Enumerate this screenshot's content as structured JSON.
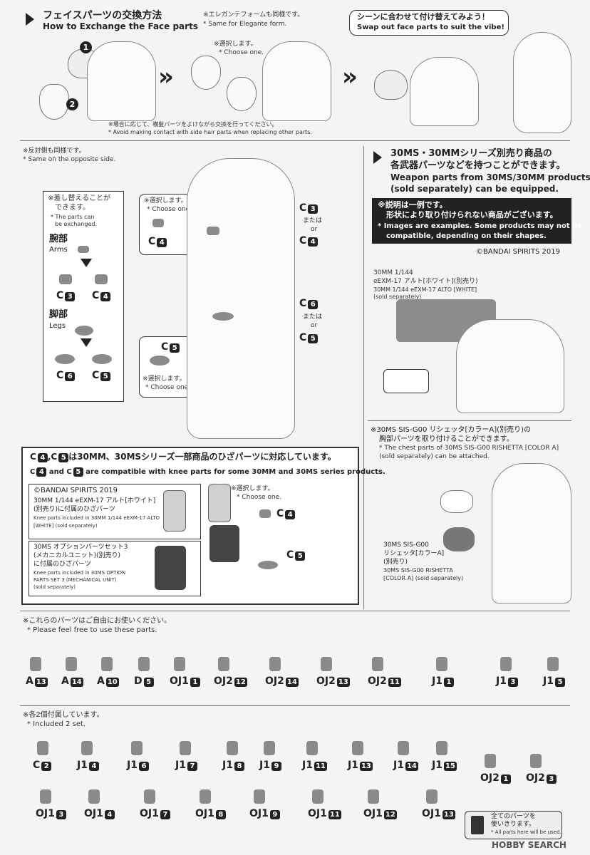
{
  "face": {
    "title_jp": "フェイスパーツの交換方法",
    "title_en": "How to Exchange the Face parts",
    "note_jp": "※エレガンテフォームも同様です。",
    "note_en": "* Same for Elegante form.",
    "choose_jp": "※選択します。",
    "choose_en": "* Choose one.",
    "avoid_jp": "※場合に応じて、横髪パーツをよけながら交換を行ってください。",
    "avoid_en": "* Avoid making contact with side hair parts when replacing other parts.",
    "bubble_jp": "シーンに合わせて付け替えてみよう！",
    "bubble_en": "Swap out face parts to suit the vibe!",
    "step1": "1",
    "step2": "2"
  },
  "legs": {
    "opposite_jp": "※反対側も同様です。",
    "opposite_en": "* Same on the opposite side.",
    "replace_jp1": "※差し替えることが",
    "replace_jp2": "できます。",
    "replace_en1": "* The parts can",
    "replace_en2": "be exchanged.",
    "arms_jp": "腕部",
    "arms_en": "Arms",
    "legs_jp": "脚部",
    "legs_en": "Legs",
    "choose_jp": "※選択します。",
    "choose_en": "* Choose one.",
    "or_jp": "または",
    "or_en": "or",
    "c": "C",
    "n3": "3",
    "n4": "4",
    "n5": "5",
    "n6": "6"
  },
  "weapons": {
    "title_jp1": "30MS・30MMシリーズ別売り商品の",
    "title_jp2": "各武器パーツなどを持つことができます。",
    "title_en1": "Weapon parts from 30MS/30MM products",
    "title_en2": "(sold separately) can be equipped.",
    "example_jp1": "※説明は一例です。",
    "example_jp2": "形状により取り付けられない商品がございます。",
    "example_en1": "* Images are examples. Some products may not be",
    "example_en2": "compatible, depending on their shapes.",
    "copyright": "©BANDAI SPIRITS 2019",
    "product1": "30MM 1/144",
    "product2": "eEXM-17 アルト[ホワイト](別売り)",
    "product3": "30MM 1/144 eEXM-17 ALTO [WHITE]",
    "product4": "(sold separately)"
  },
  "chest": {
    "title_jp1": "※30MS SIS-G00 リシェッタ[カラーA](別売り)の",
    "title_jp2": "胸部パーツを取り付けることができます。",
    "title_en1": "* The chest parts of 30MS SIS-G00 RISHETTA [COLOR A]",
    "title_en2": "(sold separately) can be attached.",
    "label1": "30MS SIS-G00",
    "label2": "リシェッタ[カラーA]",
    "label3": "(別売り)",
    "label4": "30MS SIS-G00 RISHETTA",
    "label5": "[COLOR A] (sold separately)"
  },
  "knee": {
    "title_jp": "は30MM、30MSシリーズ一部商品のひざパーツに対応しています。",
    "title_en": "are compatible with knee parts for some 30MM and 30MS series products.",
    "and": "and",
    "copyright": "©BANDAI SPIRITS 2019",
    "alto_jp1": "30MM 1/144 eEXM-17 アルト[ホワイト]",
    "alto_jp2": "(別売り)に付属のひざパーツ",
    "alto_en1": "Knee parts included in 30MM 1/144 eEXM-17 ALTO",
    "alto_en2": "[WHITE] (sold separately)",
    "opt_jp1": "30MS オプションパーツセット3",
    "opt_jp2": "(メカニカルユニット)(別売り)",
    "opt_jp3": "に付属のひざパーツ",
    "opt_en1": "Knee parts included in 30MS OPTION",
    "opt_en2": "PARTS SET 3 (MECHANICAL UNIT)",
    "opt_en3": "(sold separately)",
    "choose_jp": "※選択します。",
    "choose_en": "* Choose one."
  },
  "free": {
    "title_jp": "※これらのパーツはご自由にお使いください。",
    "title_en": "* Please feel free to use these parts.",
    "parts": [
      {
        "l": "A",
        "n": "13"
      },
      {
        "l": "A",
        "n": "14"
      },
      {
        "l": "A",
        "n": "10"
      },
      {
        "l": "D",
        "n": "5"
      },
      {
        "l": "OJ1",
        "n": "1"
      },
      {
        "l": "OJ2",
        "n": "12"
      },
      {
        "l": "OJ2",
        "n": "14"
      },
      {
        "l": "OJ2",
        "n": "13"
      },
      {
        "l": "OJ2",
        "n": "11"
      },
      {
        "l": "J1",
        "n": "1"
      },
      {
        "l": "J1",
        "n": "3"
      },
      {
        "l": "J1",
        "n": "5"
      }
    ]
  },
  "included": {
    "title_jp": "※各2個付属しています。",
    "title_en": "* Included 2 set.",
    "row1": [
      {
        "l": "C",
        "n": "2"
      },
      {
        "l": "J1",
        "n": "4"
      },
      {
        "l": "J1",
        "n": "6"
      },
      {
        "l": "J1",
        "n": "7"
      },
      {
        "l": "J1",
        "n": "8"
      },
      {
        "l": "J1",
        "n": "9"
      },
      {
        "l": "J1",
        "n": "11"
      },
      {
        "l": "J1",
        "n": "13"
      },
      {
        "l": "J1",
        "n": "14"
      },
      {
        "l": "J1",
        "n": "15"
      }
    ],
    "row1b": [
      {
        "l": "OJ2",
        "n": "1"
      },
      {
        "l": "OJ2",
        "n": "3"
      }
    ],
    "row2": [
      {
        "l": "OJ1",
        "n": "3"
      },
      {
        "l": "OJ1",
        "n": "4"
      },
      {
        "l": "OJ1",
        "n": "7"
      },
      {
        "l": "OJ1",
        "n": "8"
      },
      {
        "l": "OJ1",
        "n": "9"
      },
      {
        "l": "OJ1",
        "n": "11"
      },
      {
        "l": "OJ1",
        "n": "12"
      },
      {
        "l": "OJ1",
        "n": "13"
      }
    ],
    "leftover_jp1": "全てのパーツを",
    "leftover_jp2": "使いきります。",
    "leftover_en": "* All parts here will be used.",
    "watermark": "HOBBY SEARCH"
  }
}
